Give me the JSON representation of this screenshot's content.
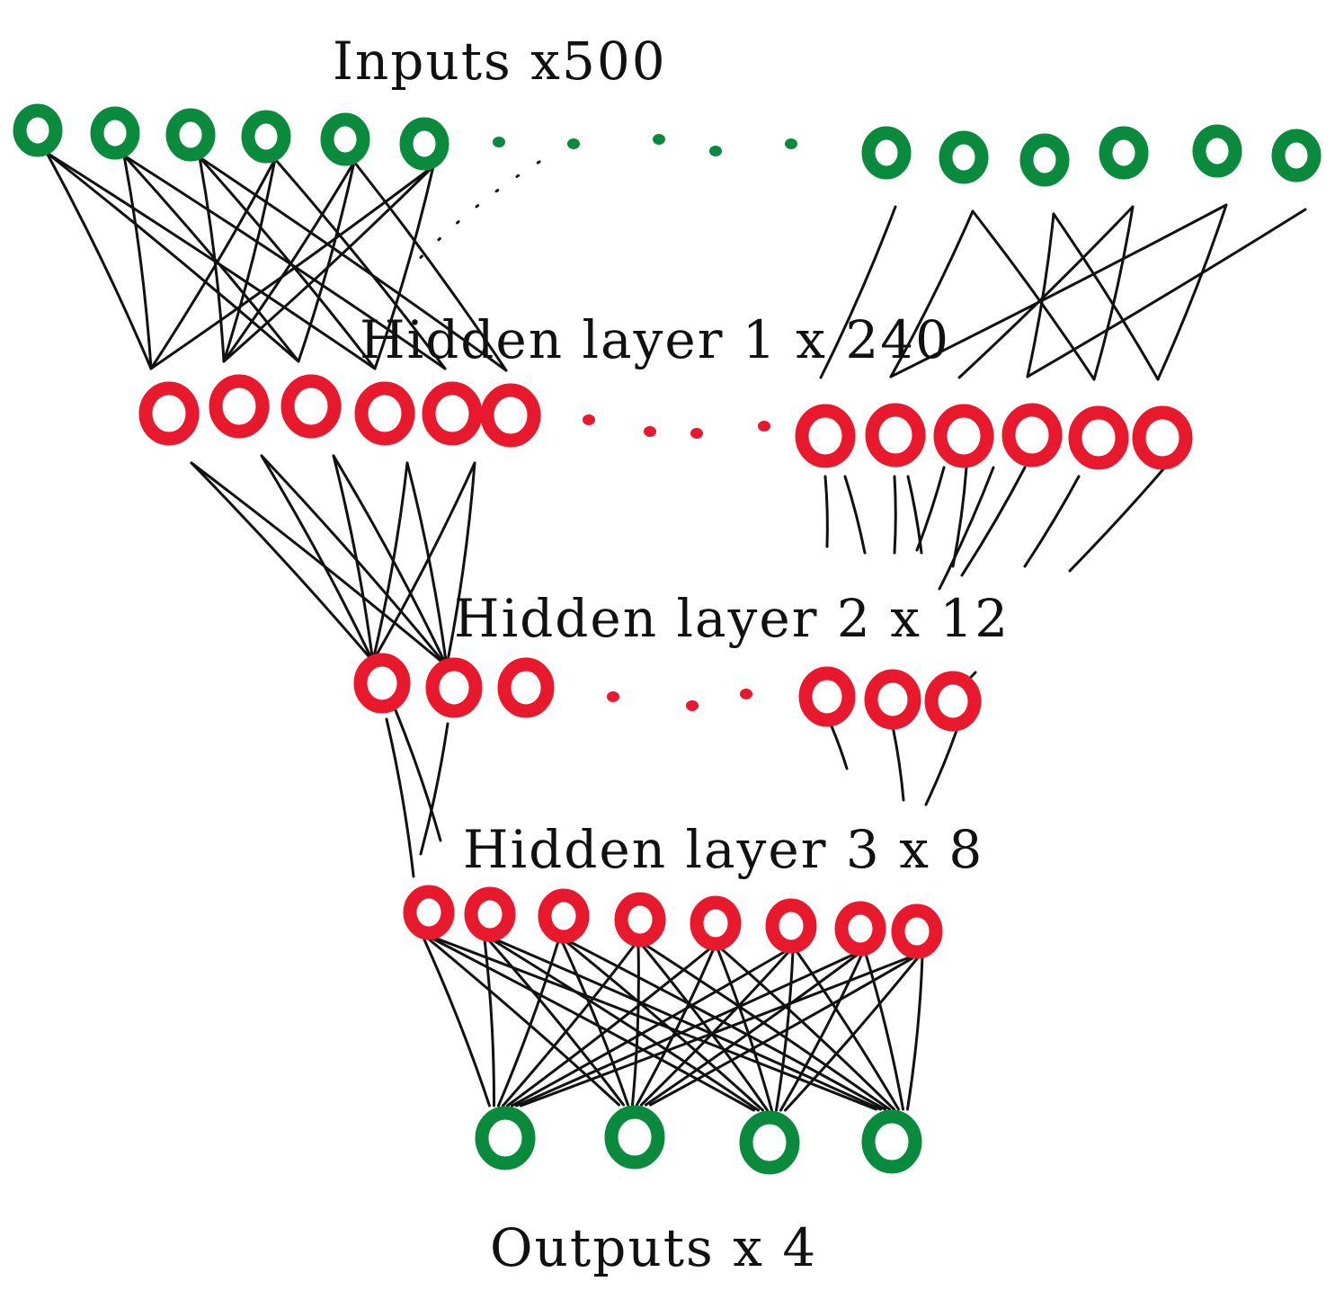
{
  "labels": {
    "inputs": "Inputs x500",
    "hidden1": "Hidden layer 1 x 240",
    "hidden2": "Hidden layer 2 x 12",
    "hidden3": "Hidden layer 3 x 8",
    "outputs": "Outputs x 4"
  },
  "colors": {
    "io_node": "#0a8a3c",
    "hidden_node": "#e8192c",
    "connection": "#111111"
  },
  "layers": [
    {
      "key": "inputs",
      "role": "input",
      "visible_nodes": 12,
      "ellipsis": true
    },
    {
      "key": "hidden1",
      "role": "hidden",
      "visible_nodes": 12,
      "ellipsis": true
    },
    {
      "key": "hidden2",
      "role": "hidden",
      "visible_nodes": 6,
      "ellipsis": true
    },
    {
      "key": "hidden3",
      "role": "hidden",
      "visible_nodes": 8,
      "ellipsis": false
    },
    {
      "key": "outputs",
      "role": "output",
      "visible_nodes": 4,
      "ellipsis": false
    }
  ]
}
